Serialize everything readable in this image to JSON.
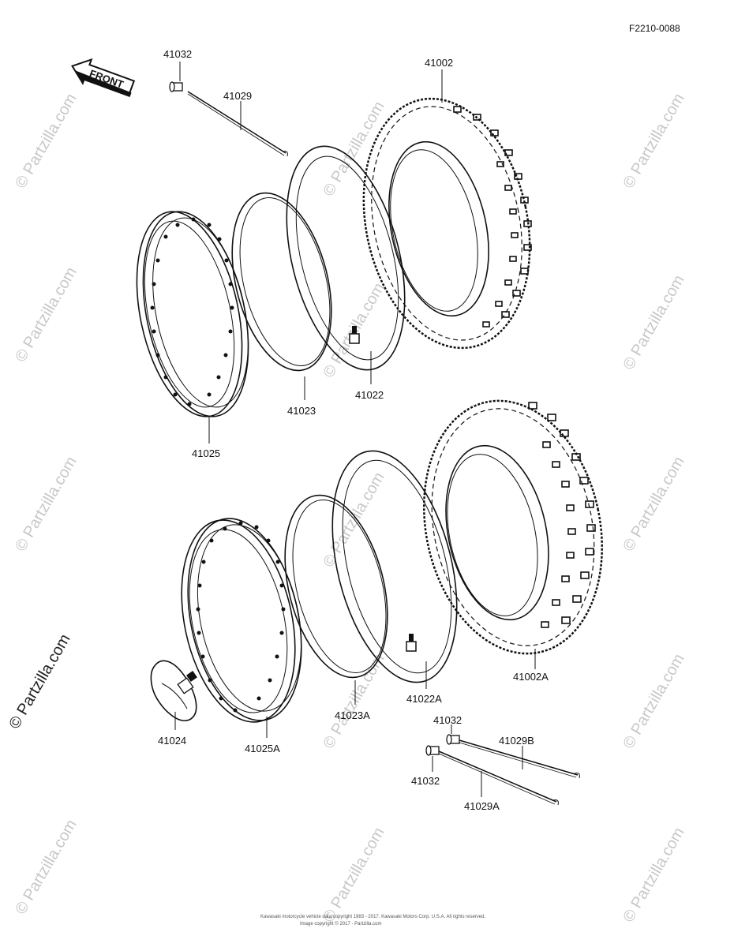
{
  "figure_code": "F2210-0088",
  "front_label": "FRONT",
  "watermark": "© Partzilla.com",
  "footer_lines": [
    "Kawasaki motorcycle vehicle data copyright 1983 - 2017. Kawasaki Motors Corp. U.S.A. All rights reserved.",
    "Image copyright © 2017 - Partzilla.com"
  ],
  "parts": {
    "p41032_top": "41032",
    "p41029": "41029",
    "p41002": "41002",
    "p41022": "41022",
    "p41023": "41023",
    "p41025": "41025",
    "p41024": "41024",
    "p41025A": "41025A",
    "p41023A": "41023A",
    "p41022A": "41022A",
    "p41002A": "41002A",
    "p41032_r1": "41032",
    "p41029B": "41029B",
    "p41032_r2": "41032",
    "p41029A": "41029A"
  }
}
